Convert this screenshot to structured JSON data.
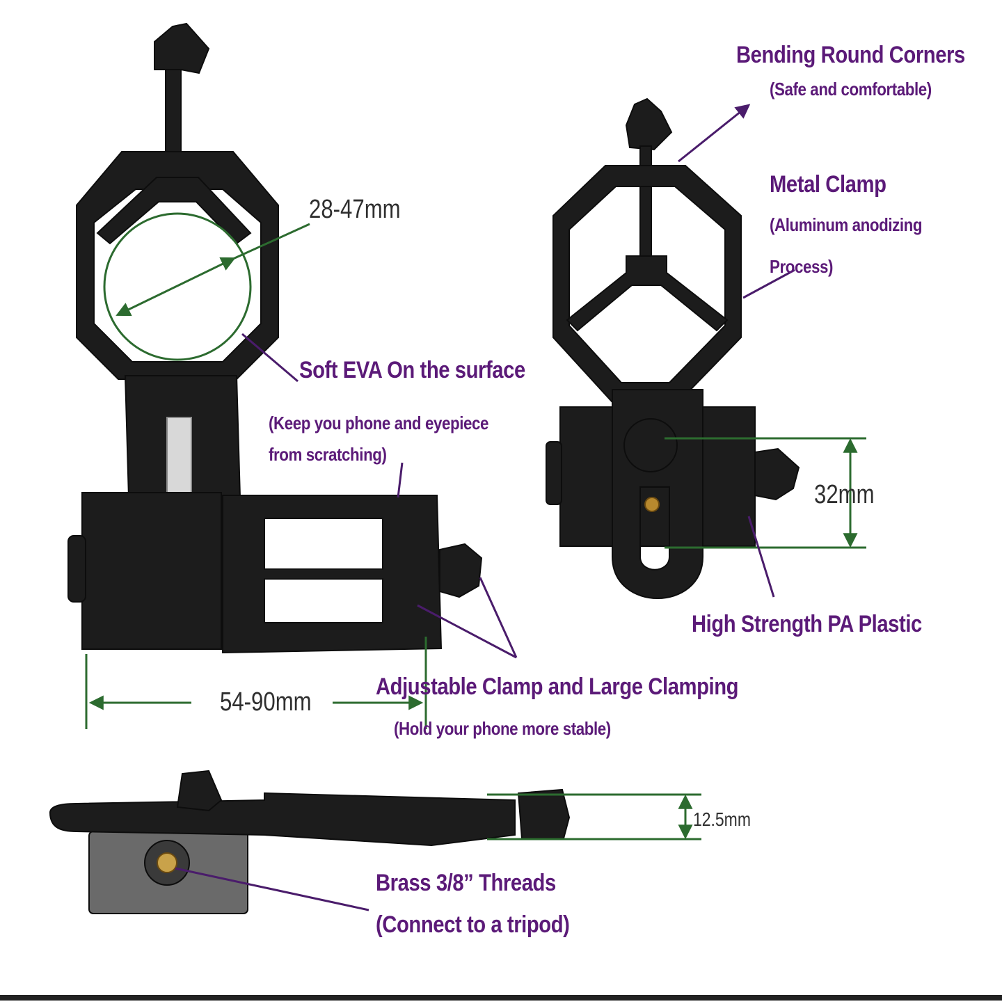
{
  "colors": {
    "label_purple": "#5b1a78",
    "dimension_green": "#2c6b2f",
    "leader_purple": "#4a1c6b",
    "product_black": "#1c1c1c"
  },
  "labels": {
    "bending_title": "Bending Round Corners",
    "bending_sub": "(Safe and comfortable)",
    "metal_title": "Metal Clamp",
    "metal_sub1": "(Aluminum anodizing",
    "metal_sub2": "Process)",
    "eva_title": "Soft EVA On the surface",
    "eva_sub1": "(Keep you phone and eyepiece",
    "eva_sub2": "from scratching)",
    "pa_title": "High Strength PA Plastic",
    "adjust_title": "Adjustable Clamp and Large Clamping",
    "adjust_sub": "(Hold your phone more stable)",
    "brass_title": "Brass 3/8” Threads",
    "brass_sub": "(Connect to a tripod)"
  },
  "dimensions": {
    "eyepiece": "28-47mm",
    "height": "32mm",
    "width": "54-90mm",
    "thickness": "12.5mm"
  }
}
